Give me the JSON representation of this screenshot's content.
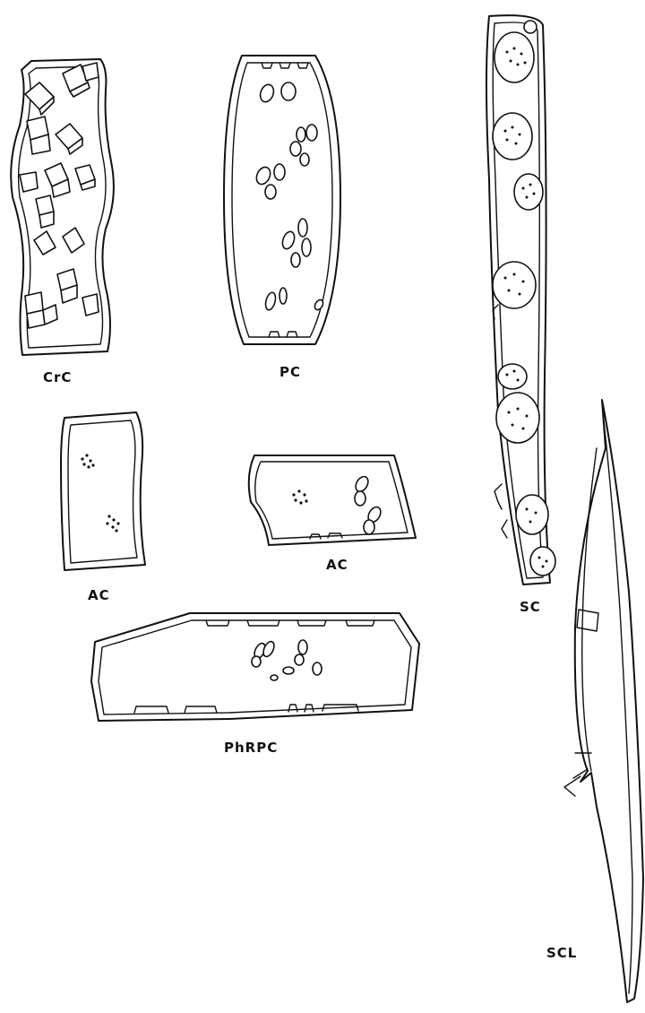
{
  "figure": {
    "labels": {
      "crc": "CrC",
      "pc": "PC",
      "ac_left": "AC",
      "ac_middle": "AC",
      "sc": "SC",
      "phrpc": "PhRPC",
      "scl": "SCL"
    }
  }
}
